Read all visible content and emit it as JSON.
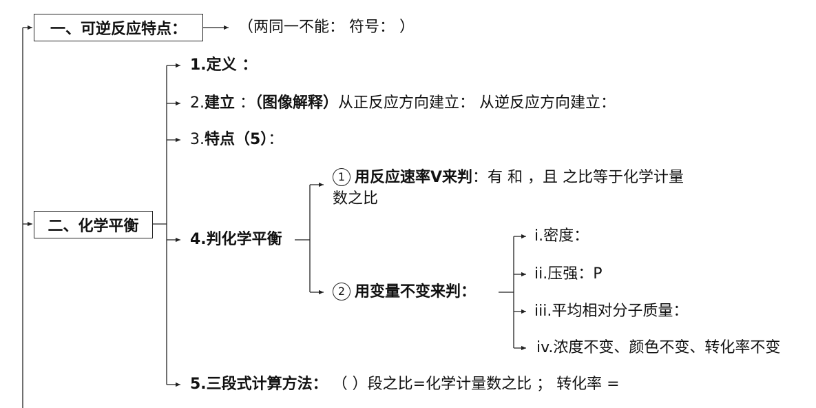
{
  "branch1": {
    "title": "一、可逆反应特点：",
    "note": "（两同一不能：              符号：        ）"
  },
  "branch2": {
    "title": "二、化学平衡",
    "items": {
      "definition": "1.定义  ：",
      "establish_num": "2.",
      "establish_bold1": "建立",
      "establish_mid": "  ：",
      "establish_bold2": "（图像解释）",
      "establish_rest": "从正反应方向建立：            从逆反应方向建立：",
      "features_num": "3.",
      "features_bold": "特点（5）",
      "features_rest": "：",
      "judge": "4.判化学平衡",
      "calc_bold": "5.三段式计算方法：",
      "calc_rest": "    （     ）段之比=化学计量数之比  ；  转化率 ="
    },
    "judge": {
      "rate_num": "1",
      "rate_bold": "用反应速率V来判",
      "rate_line1": "：有      和       ，且     之比等于化学计量",
      "rate_line2": "数之比",
      "variable_num": "2",
      "variable_bold": "用变量不变来判：",
      "variables": [
        "i.密度：",
        "ii.压强：P",
        "iii.平均相对分子质量：",
        "iv.浓度不变、颜色不变、转化率不变"
      ]
    }
  },
  "colors": {
    "line": "#222222",
    "text": "#111111"
  }
}
